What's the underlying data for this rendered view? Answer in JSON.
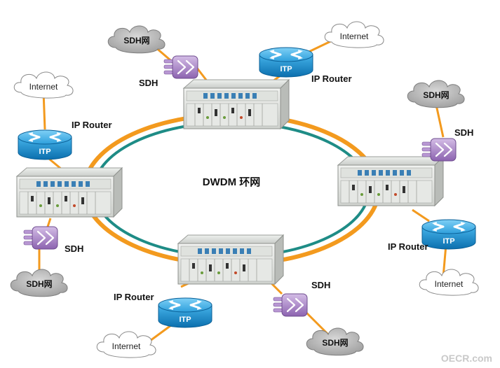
{
  "diagram": {
    "center_label": "DWDM 环网",
    "watermark": "OECR.com",
    "colors": {
      "ring_outer": "#f39a1e",
      "ring_inner": "#1e8c86",
      "link": "#f39a1e",
      "router": "#1d8fd0",
      "mux": "#a77cc6"
    },
    "nodes": {
      "top": {
        "sdh_label": "SDH",
        "router_label": "IP Router",
        "router_badge": "ITP",
        "sdh_cloud": "SDH网",
        "internet_cloud": "Internet"
      },
      "left": {
        "sdh_label": "SDH",
        "router_label": "IP Router",
        "router_badge": "ITP",
        "sdh_cloud": "SDH网",
        "internet_cloud": "Internet"
      },
      "right": {
        "sdh_label": "SDH",
        "router_label": "IP Router",
        "router_badge": "ITP",
        "sdh_cloud": "SDH网",
        "internet_cloud": "Internet"
      },
      "bottom": {
        "sdh_label": "SDH",
        "router_label": "IP Router",
        "router_badge": "ITP",
        "sdh_cloud": "SDH网",
        "internet_cloud": "Internet"
      }
    }
  }
}
